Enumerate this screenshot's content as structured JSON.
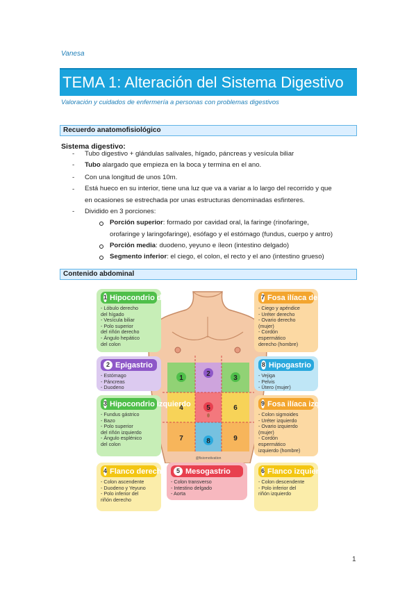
{
  "author": "Vanesa",
  "title": "TEMA 1: Alteración del Sistema Digestivo",
  "subtitle": "Valoración y cuidados de enfermería a personas con problemas digestivos",
  "section1": {
    "heading": "Recuerdo anatomofisiológico",
    "body_title": "Sistema digestivo:",
    "bullets": [
      "Tubo digestivo + glándulas salivales, hígado, páncreas y vesícula biliar",
      "alargado que empieza en la boca y termina en el ano.",
      "Con una longitud de unos 10m.",
      "Está hueco en su interior, tiene una luz que va a variar a lo largo del recorrido y que",
      "en ocasiones se estrechada por unas estructuras denominadas esfinteres.",
      "Dividido en 3 porciones:"
    ],
    "bullet2_bold": "Tubo",
    "sub": [
      {
        "bold": "Porción superior",
        "text": ": formado por cavidad oral, la faringe (rinofaringe,",
        "cont": "orofaringe y laringofaringe), esófago y el estómago (fundus, cuerpo y antro)"
      },
      {
        "bold": "Porción media",
        "text": ": duodeno, yeyuno e íleon (intestino delgado)"
      },
      {
        "bold": "Segmento inferior",
        "text": ": el ciego, el colon, el recto y el ano (intestino grueso)"
      }
    ]
  },
  "section2": {
    "heading": "Contenido abdominal",
    "watermark": "@fisiomotivation",
    "regions": [
      {
        "num": "1",
        "title": "Hipocondrio derecho",
        "color": "#4fbf4a",
        "bg": "#c7eeb7",
        "items": [
          "- Lóbulo derecho",
          "del hígado",
          "- Vesícula biliar",
          "- Polo superior",
          "del riñón derecho",
          "- Ángulo hepático",
          "del colon"
        ]
      },
      {
        "num": "2",
        "title": "Epigastrio",
        "color": "#8e58c8",
        "bg": "#dccaf0",
        "items": [
          "- Estómago",
          "- Páncreas",
          "- Duodeno"
        ]
      },
      {
        "num": "3",
        "title": "Hipocondrio izquierdo",
        "color": "#4fbf4a",
        "bg": "#c7eeb7",
        "items": [
          "- Fundus gástrico",
          "- Bazo",
          "- Polo superior",
          "del riñón izquierdo",
          "- Ángulo esplénico",
          "del colon"
        ]
      },
      {
        "num": "4",
        "title": "Flanco derecho",
        "color": "#f3c613",
        "bg": "#fbedaa",
        "items": [
          "- Colon ascendente",
          "- Duodeno y Yeyuno",
          "- Polo inferior del",
          "riñón derecho"
        ]
      },
      {
        "num": "5",
        "title": "Mesogastrio",
        "color": "#e8404f",
        "bg": "#f7b8bf",
        "items": [
          "- Colon transverso",
          "- Intestino delgado",
          "- Aorta"
        ]
      },
      {
        "num": "6",
        "title": "Flanco izquierdo",
        "color": "#f3c613",
        "bg": "#fbedaa",
        "items": [
          "- Colon descendente",
          "- Polo inferior del",
          "riñón izquierdo"
        ]
      },
      {
        "num": "7",
        "title": "Fosa ilíaca derecha",
        "color": "#f3a52e",
        "bg": "#fcd9a3",
        "items": [
          "- Ciego y apéndice",
          "- Uréter derecho",
          "- Ovario derecho",
          "(mujer)",
          "- Cordón",
          "espermático",
          "derecho (hombre)"
        ]
      },
      {
        "num": "8",
        "title": "Hipogastrio",
        "color": "#29a8dd",
        "bg": "#bfe6f6",
        "items": [
          "- Vejiga",
          "- Pelvis",
          "- Útero (mujer)"
        ]
      },
      {
        "num": "9",
        "title": "Fosa ilíaca izquierda",
        "color": "#f3a52e",
        "bg": "#fcd9a3",
        "items": [
          "- Colon sigmoides",
          "- Uréter izquierdo",
          "- Ovario izquierdo",
          "(mujer)",
          "- Cordón",
          "espermático",
          "izquierdo (hombre)"
        ]
      }
    ]
  },
  "page_number": "1"
}
